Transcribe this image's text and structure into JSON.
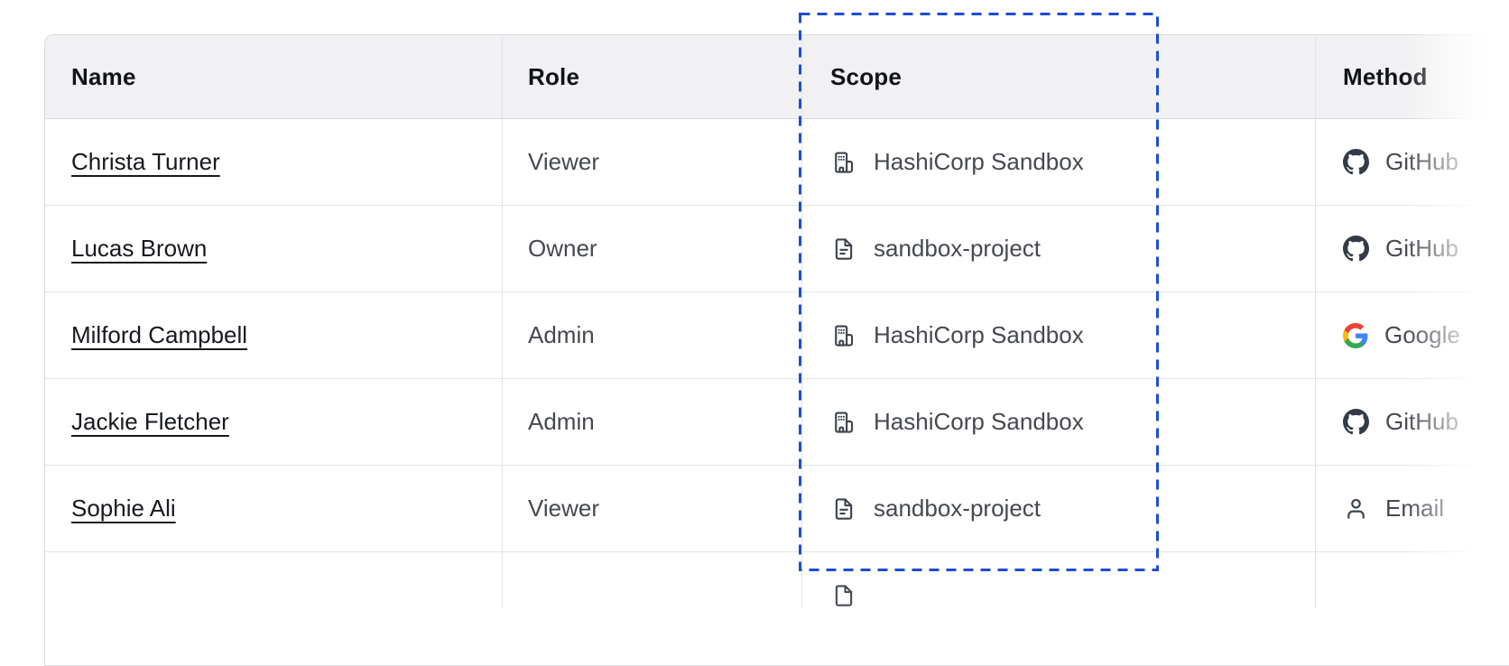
{
  "table": {
    "columns": [
      {
        "label": "Name"
      },
      {
        "label": "Role"
      },
      {
        "label": "Scope"
      },
      {
        "label": "Method"
      }
    ],
    "rows": [
      {
        "name": "Christa Turner",
        "role": "Viewer",
        "scope": "HashiCorp Sandbox",
        "scope_icon": "building-icon",
        "method": "GitHub",
        "method_icon": "github-icon"
      },
      {
        "name": "Lucas Brown",
        "role": "Owner",
        "scope": "sandbox-project",
        "scope_icon": "document-icon",
        "method": "GitHub",
        "method_icon": "github-icon"
      },
      {
        "name": "Milford Campbell",
        "role": "Admin",
        "scope": "HashiCorp Sandbox",
        "scope_icon": "building-icon",
        "method": "Google",
        "method_icon": "google-icon"
      },
      {
        "name": "Jackie Fletcher",
        "role": "Admin",
        "scope": "HashiCorp Sandbox",
        "scope_icon": "building-icon",
        "method": "GitHub",
        "method_icon": "github-icon"
      },
      {
        "name": "Sophie Ali",
        "role": "Viewer",
        "scope": "sandbox-project",
        "scope_icon": "document-icon",
        "method": "Email",
        "method_icon": "user-icon"
      }
    ]
  },
  "selection": {
    "target_column": "Scope",
    "border_color": "#1c4ed2"
  },
  "colors": {
    "selection_blue": "#1c4ed2",
    "header_bg": "#f1f1f3",
    "outer_border": "#d8dade",
    "row_border": "#e4e5e9",
    "header_text": "#101318",
    "body_text": "#45494f",
    "link_text": "#16191e",
    "icon_stroke": "#3d434c",
    "github_icon_fill": "#343b46",
    "google_colors": [
      "#4285F4",
      "#34A853",
      "#FBBC05",
      "#EA4335"
    ]
  }
}
